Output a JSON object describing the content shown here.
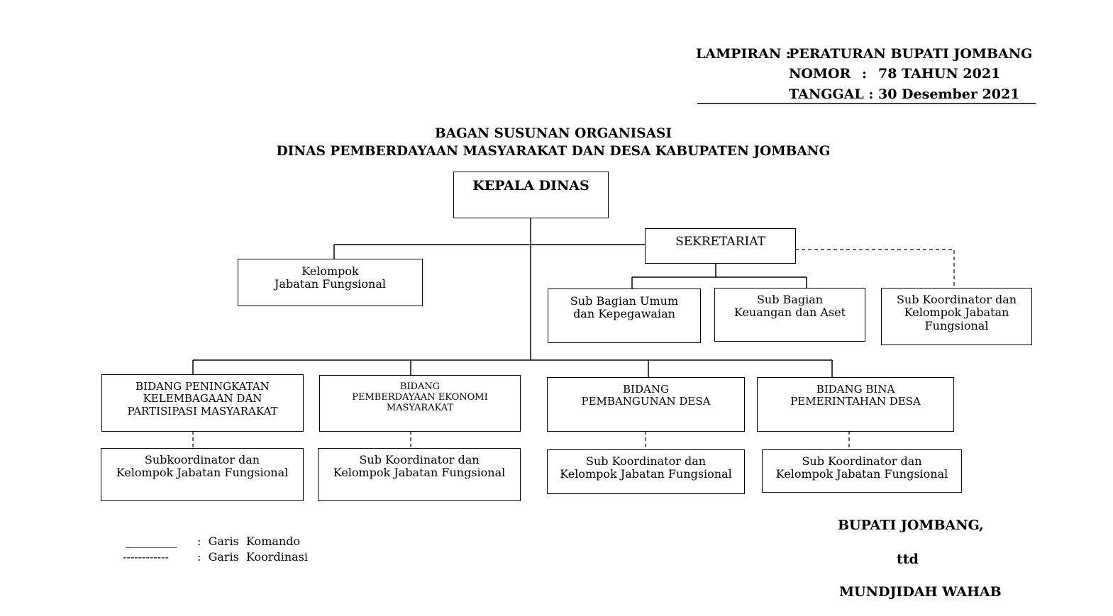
{
  "header": {
    "lampiran_label": "LAMPIRAN :",
    "lampiran_value": "PERATURAN BUPATI JOMBANG",
    "nomor_label": "NOMOR",
    "nomor_sep": ":",
    "nomor_value": "78 TAHUN 2021",
    "tanggal_label": "TANGGAL :",
    "tanggal_value": "30 Desember 2021"
  },
  "title": {
    "line1": "BAGAN SUSUNAN ORGANISASI",
    "line2": "DINAS PEMBERDAYAAN MASYARAKAT DAN DESA KABUPATEN JOMBANG"
  },
  "chart": {
    "kepala": "KEPALA DINAS",
    "sekretariat": "SEKRETARIAT",
    "jabatan_fungsional": [
      "Kelompok",
      "Jabatan Fungsional"
    ],
    "sub_umum": [
      "Sub Bagian Umum",
      "dan Kepegawaian"
    ],
    "sub_keuangan": [
      "Sub Bagian",
      "Keuangan dan Aset"
    ],
    "sub_koordinator_sek": [
      "Sub Koordinator dan",
      "Kelompok Jabatan",
      "Fungsional"
    ],
    "bidang_1": [
      "BIDANG PENINGKATAN",
      "KELEMBAGAAN DAN",
      "PARTISIPASI MASYARAKAT"
    ],
    "bidang_2": [
      "BIDANG",
      "PEMBERDAYAAN EKONOMI",
      "MASYARAKAT"
    ],
    "bidang_3": [
      "BIDANG",
      "PEMBANGUNAN DESA"
    ],
    "bidang_4": [
      "BIDANG BINA",
      "PEMERINTAHAN DESA"
    ],
    "sub_1": [
      "Subkoordinator dan",
      "Kelompok Jabatan Fungsional"
    ],
    "sub_2": [
      "Sub Koordinator dan",
      "Kelompok Jabatan Fungsional"
    ],
    "sub_3": [
      "Sub Koordinator dan",
      "Kelompok Jabatan Fungsional"
    ],
    "sub_4": [
      "Sub Koordinator dan",
      "Kelompok Jabatan Fungsional"
    ]
  },
  "legend": {
    "komando_line": "_________",
    "komando_label": ":  Garis  Komando",
    "koordinasi_line": "------------",
    "koordinasi_label": ":  Garis  Koordinasi"
  },
  "signature": {
    "office": "BUPATI JOMBANG,",
    "ttd": "ttd",
    "name": "MUNDJIDAH WAHAB"
  }
}
